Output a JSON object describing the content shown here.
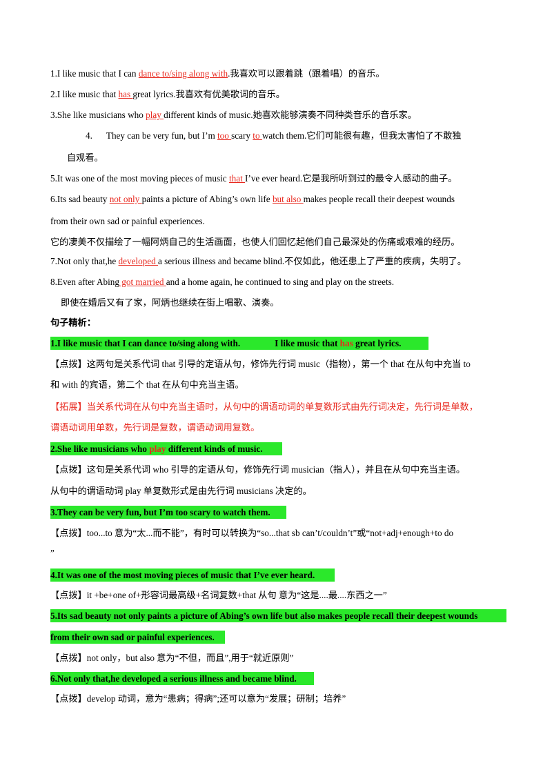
{
  "items": {
    "s1": {
      "pre": "1.I like music that I can ",
      "ans": "dance to/sing along with",
      "post": ".我喜欢可以跟着跳（跟着唱）的音乐。"
    },
    "s2": {
      "pre": "2.I like music that ",
      "ans": " has ",
      "post": " great lyrics.我喜欢有优美歌词的音乐。"
    },
    "s3": {
      "pre": "3.She like musicians who ",
      "ans": " play ",
      "post": " different kinds of music.她喜欢能够演奏不同种类音乐的音乐家。"
    },
    "s4": {
      "num": "4.",
      "pre": "They can be very fun, but I’m ",
      "ans1": " too ",
      "mid": " scary ",
      "ans2": " to ",
      "post": " watch them.它们可能很有趣，但我太害怕了不敢独",
      "cont": "自观看。"
    },
    "s5": {
      "pre": "5.It was one of the most moving pieces of music ",
      "ans": " that ",
      "post": "I’ve ever heard.它是我所听到过的最令人感动的曲子。"
    },
    "s6": {
      "pre": "6.Its sad beauty ",
      "ans1": " not only ",
      "mid": " paints a picture of Abing’s own life ",
      "ans2": " but also ",
      "post": "makes people recall their deepest wounds",
      "cont": "from their own sad or painful experiences.",
      "cn": "它的凄美不仅描绘了一幅阿炳自己的生活画面，也使人们回忆起他们自己最深处的伤痛或艰难的经历。"
    },
    "s7": {
      "pre": "7.Not only that,he ",
      "ans": " developed ",
      "post": "a serious illness and became blind.不仅如此，他还患上了严重的疾病，失明了。"
    },
    "s8": {
      "pre": "8.Even after Abing",
      "ans": " got married ",
      "post": " and a home again, he continued to sing and play on the streets.",
      "cn": "即使在婚后又有了家，阿炳也继续在街上唱歌、演奏。"
    }
  },
  "analysis": {
    "heading": "句子精析：",
    "h1": {
      "a": "1.I like music that I can dance to/sing along with.",
      "b": "I like music that ",
      "red": "has",
      "c": " great lyrics."
    },
    "n1": {
      "tag": "【点拨】",
      "l1": "这两句是关系代词 that 引导的定语从句，修饰先行词 music（指物），第一个 that 在从句中充当 to",
      "l2": "和 with 的宾语，第二个 that 在从句中充当主语。"
    },
    "e1": {
      "tag": "【拓展】",
      "l1": "当关系代词在从句中充当主语时，从句中的谓语动词的单复数形式由先行词决定，先行词是单数，",
      "l2": "谓语动词用单数，先行词是复数，谓语动词用复数。"
    },
    "h2": {
      "a": "2.She like musicians who ",
      "red": "play",
      "c": " different kinds of music."
    },
    "n2": {
      "tag": "【点拨】",
      "l1": "这句是关系代词 who 引导的定语从句，修饰先行词 musician（指人），并且在从句中充当主语。",
      "l2": "从句中的谓语动词 play 单复数形式是由先行词 musicians 决定的。"
    },
    "h3": "3.They can be very fun, but I’m too scary to watch them.",
    "n3": {
      "tag": "【点拨】",
      "l1": "too...to 意为“太...而不能”，有时可以转换为“so...that sb can’t/couldn’t”或“not+adj+enough+to do",
      "l2": "”"
    },
    "h4": "4.It was one of the most moving pieces of music that I’ve ever heard.",
    "n4": {
      "tag": "【点拨】",
      "l1": "it +be+one of+形容词最高级+名词复数+that 从句  意为“这是....最....东西之一”"
    },
    "h5": {
      "l1": "5.Its sad beauty not only paints a picture of Abing’s own life but also makes people recall their deepest wounds ",
      "l2": "from their own sad or painful experiences."
    },
    "n5": {
      "tag": "【点拨】",
      "l1": "not only，but also  意为“不但，而且”,用于“就近原则”"
    },
    "h6": "6.Not only that,he developed a serious illness and became blind.",
    "n6": {
      "tag": "【点拨】",
      "l1": "develop 动词，意为“患病；得病”;还可以意为“发展；研制；培养”"
    }
  }
}
